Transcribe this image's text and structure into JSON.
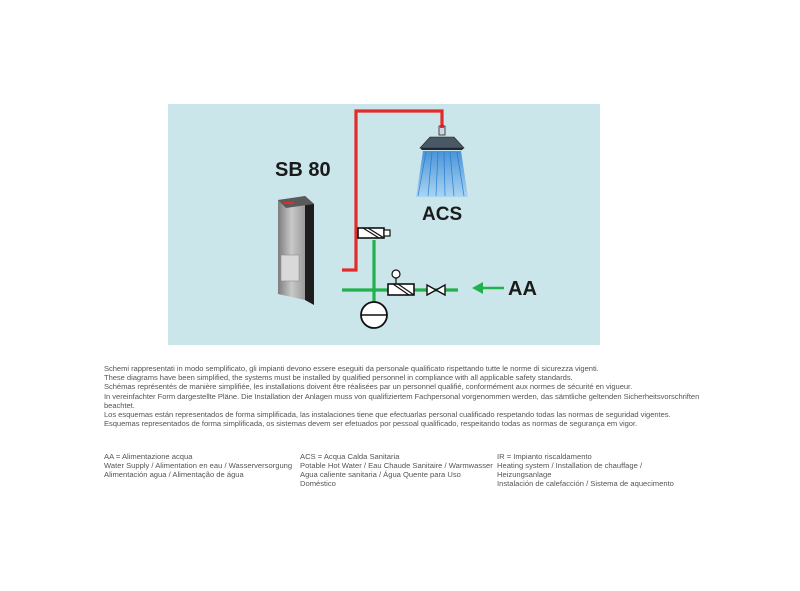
{
  "diagram": {
    "product_label": "SB 80",
    "acs_label": "ACS",
    "aa_label": "AA",
    "colors": {
      "background": "#cbe6ea",
      "hot_pipe": "#e32b2b",
      "cold_pipe": "#22b14c",
      "arrow": "#22b14c",
      "shower_water": "#3a8fd8"
    }
  },
  "disclaimer": [
    "Schemi rappresentati in modo semplificato, gli impianti devono essere eseguiti da personale qualificato rispettando tutte le norme di sicurezza vigenti.",
    "These diagrams have been simplified, the systems must be installed by qualified personnel in compliance with all applicable safety standards.",
    "Schémas représentés de manière simplifiée, les installations doivent être réalisées par un personnel qualifié, conformément aux normes de sécurité en vigueur.",
    "In vereinfachter Form dargestellte Pläne. Die Installation der Anlagen muss von qualifiziertem Fachpersonal vorgenommen werden, das sämtliche geltenden Sicherheitsvorschriften",
    "beachtet.",
    "Los esquemas están representados de forma simplificada, las instalaciones tiene que efectuarlas personal cualificado respetando todas las normas de seguridad vigentes.",
    "Esquemas representados de forma simplificada, os sistemas devem ser efetuados por pessoal qualificado, respeitando todas as normas de segurança em vigor."
  ],
  "legend": {
    "aa": [
      "AA = Alimentazione acqua",
      "Water Supply / Alimentation en eau / Wasserversorgung",
      "Alimentación agua / Alimentação de água"
    ],
    "acs": [
      "ACS = Acqua Calda Sanitaria",
      "Potable Hot Water / Eau Chaude Sanitaire / Warmwasser",
      "Agua caliente sanitaria / Água Quente para Uso",
      "Doméstico"
    ],
    "ir": [
      "IR = Impianto riscaldamento",
      "Heating system / Installation de chauffage /",
      "Heizungsanlage",
      "Instalación de calefacción / Sistema de aquecimento"
    ]
  }
}
